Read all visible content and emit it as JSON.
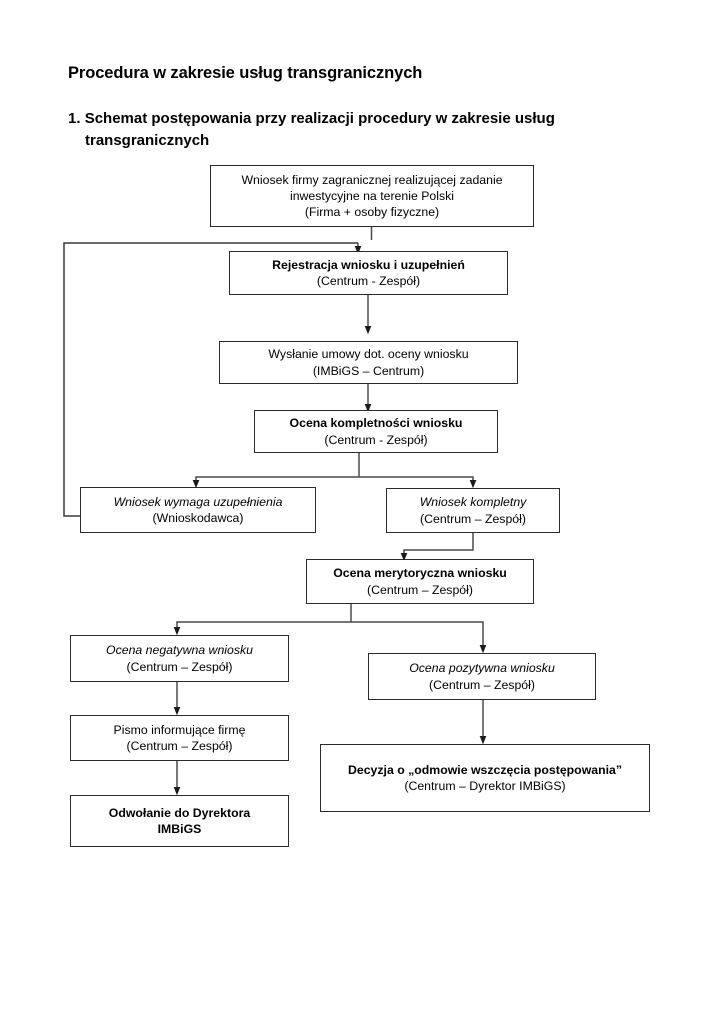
{
  "document": {
    "title": "Procedura w zakresie usług transgranicznych",
    "section_number": "1.",
    "section_title_line1": "Schemat postępowania przy realizacji procedury w zakresie usług",
    "section_title_line2": "transgranicznych"
  },
  "chart_data": {
    "type": "diagram",
    "title": "Schemat postępowania przy realizacji procedury w zakresie usług transgranicznych",
    "orientation": "top-down flowchart",
    "nodes": [
      {
        "id": "wniosek-firmy",
        "line1": "Wniosek firmy zagranicznej realizującej zadanie",
        "line2": "inwestycyjne na terenie Polski",
        "line3": "(Firma + osoby fizyczne)",
        "style1": "normal",
        "style2": "normal",
        "style3": "normal"
      },
      {
        "id": "rejestracja-wniosku",
        "line1": "Rejestracja wniosku i uzupełnień",
        "line2": "(Centrum - Zespół)",
        "style1": "bold",
        "style2": "normal"
      },
      {
        "id": "wyslanie-umowy",
        "line1": "Wysłanie umowy dot. oceny wniosku",
        "line2": "(IMBiGS – Centrum)",
        "style1": "normal",
        "style2": "normal"
      },
      {
        "id": "ocena-kompletnosci",
        "line1": "Ocena kompletności wniosku",
        "line2": "(Centrum - Zespół)",
        "style1": "bold",
        "style2": "normal"
      },
      {
        "id": "wniosek-wymaga-uzupelnienia",
        "line1": "Wniosek wymaga uzupełnienia",
        "line2": "(Wnioskodawca)",
        "style1": "italic",
        "style2": "normal"
      },
      {
        "id": "wniosek-kompletny",
        "line1": "Wniosek kompletny",
        "line2": "(Centrum – Zespół)",
        "style1": "italic",
        "style2": "normal"
      },
      {
        "id": "ocena-merytoryczna",
        "line1": "Ocena merytoryczna wniosku",
        "line2": "(Centrum – Zespół)",
        "style1": "bold",
        "style2": "normal"
      },
      {
        "id": "ocena-negatywna",
        "line1": "Ocena negatywna wniosku",
        "line2": "(Centrum – Zespół)",
        "style1": "italic",
        "style2": "normal"
      },
      {
        "id": "ocena-pozytywna",
        "line1": "Ocena pozytywna wniosku",
        "line2": "(Centrum – Zespół)",
        "style1": "italic",
        "style2": "normal"
      },
      {
        "id": "pismo-informujace",
        "line1": "Pismo informujące firmę",
        "line2": "(Centrum – Zespół)",
        "style1": "normal",
        "style2": "normal"
      },
      {
        "id": "odwolanie-do-dyrektora",
        "line1": "Odwołanie do Dyrektora",
        "line2": "IMBiGS",
        "style1": "bold",
        "style2": "bold"
      },
      {
        "id": "decyzja-odmowa",
        "line1": "Decyzja o „odmowie wszczęcia postępowania”",
        "line2": "(Centrum – Dyrektor IMBiGS)",
        "style1": "bold",
        "style2": "normal"
      }
    ],
    "edges": [
      {
        "from": "wniosek-firmy",
        "to": "rejestracja-wniosku",
        "kind": "straight-down"
      },
      {
        "from": "rejestracja-wniosku",
        "to": "wyslanie-umowy",
        "kind": "straight-down"
      },
      {
        "from": "wyslanie-umowy",
        "to": "ocena-kompletnosci",
        "kind": "straight-down"
      },
      {
        "from": "ocena-kompletnosci",
        "to": "wniosek-wymaga-uzupelnienia",
        "kind": "split-left"
      },
      {
        "from": "ocena-kompletnosci",
        "to": "wniosek-kompletny",
        "kind": "split-right"
      },
      {
        "from": "wniosek-wymaga-uzupelnienia",
        "to": "rejestracja-wniosku",
        "kind": "feedback-loop-left"
      },
      {
        "from": "wniosek-kompletny",
        "to": "ocena-merytoryczna",
        "kind": "down-left"
      },
      {
        "from": "ocena-merytoryczna",
        "to": "ocena-negatywna",
        "kind": "split-left"
      },
      {
        "from": "ocena-merytoryczna",
        "to": "ocena-pozytywna",
        "kind": "split-right"
      },
      {
        "from": "ocena-negatywna",
        "to": "pismo-informujace",
        "kind": "straight-down"
      },
      {
        "from": "pismo-informujace",
        "to": "odwolanie-do-dyrektora",
        "kind": "straight-down"
      },
      {
        "from": "ocena-pozytywna",
        "to": "decyzja-odmowa",
        "kind": "straight-down"
      }
    ],
    "colors": {
      "stroke": "#2b2b2b",
      "fill": "#ffffff",
      "text": "#000000"
    }
  }
}
